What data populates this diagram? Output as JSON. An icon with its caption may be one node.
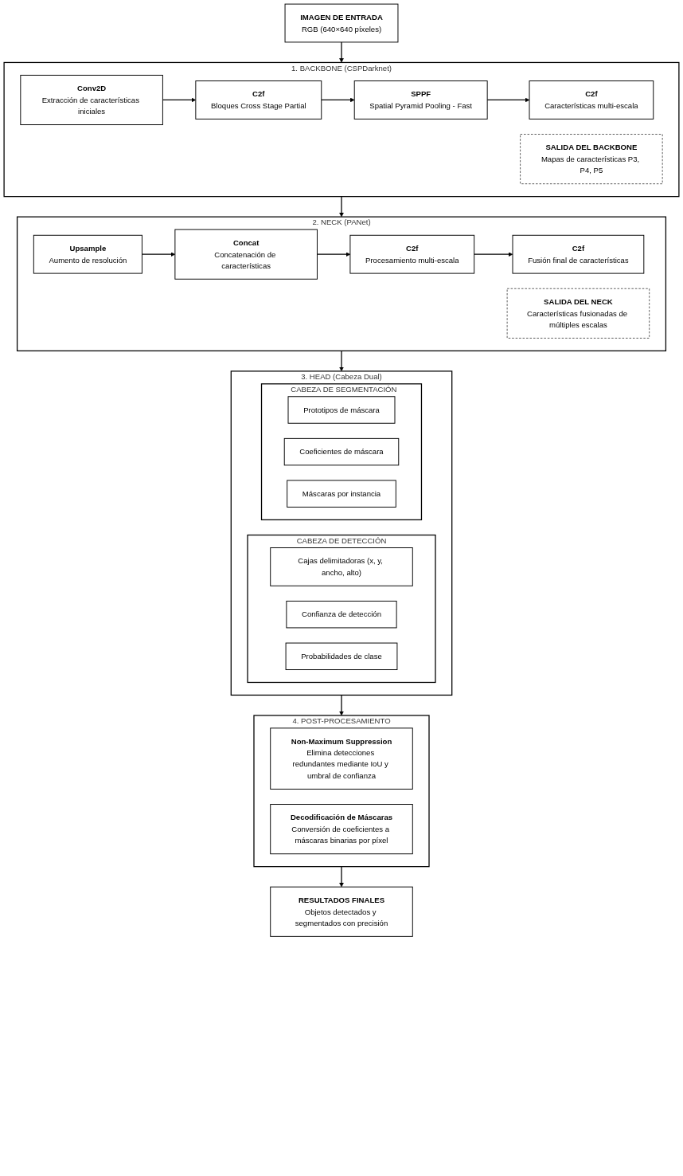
{
  "diagram": {
    "nodes": [
      {
        "text": [
          "IMAGEN DE ENTRADA",
          "RGB (640×640 píxeles)"
        ]
      },
      {
        "text": [
          "1. BACKBONE (CSPDarknet)"
        ]
      },
      {
        "text": [
          "Conv2D",
          "Extracción de características iniciales"
        ],
        "in": 1
      },
      {
        "text": [
          "C2f",
          "Bloques Cross Stage Partial"
        ],
        "in": 1
      },
      {
        "text": [
          "SPPF",
          "Spatial Pyramid Pooling - Fast"
        ],
        "in": 1
      },
      {
        "text": [
          "C2f",
          "Características multi-escala"
        ],
        "in": 1
      },
      {
        "text": [
          "SALIDA DEL BACKBONE",
          "Mapas de características P3, P4, P5"
        ],
        "in": 1
      },
      {
        "text": [
          "2. NECK (PANet)"
        ]
      },
      {
        "text": [
          "Upsample",
          "Aumento de resolución"
        ],
        "in": 7
      },
      {
        "text": [
          "Concat",
          "Concatenación de características"
        ],
        "in": 7
      },
      {
        "text": [
          "C2f",
          "Procesamiento multi-escala"
        ],
        "in": 7
      },
      {
        "text": [
          "C2f",
          "Fusión final de características"
        ],
        "in": 7
      },
      {
        "text": [
          "SALIDA DEL NECK",
          "Características fusionadas de múltiples escalas"
        ],
        "in": 7
      },
      {
        "text": [
          "3. HEAD (Cabeza Dual)"
        ]
      },
      {
        "text": [
          "CABEZA DE DETECCIÓN"
        ],
        "in": 13
      },
      {
        "text": [
          "Cajas delimitadoras (x, y, ancho, alto)"
        ],
        "in": 14
      },
      {
        "text": [
          "Confianza de detección"
        ],
        "in": 14
      },
      {
        "text": [
          "Probabilidades de clase"
        ],
        "in": 14
      },
      {
        "text": [
          "CABEZA DE SEGMENTACIÓN"
        ],
        "in": 13
      },
      {
        "text": [
          "Prototipos de máscara"
        ],
        "in": 18
      },
      {
        "text": [
          "Coeficientes de máscara"
        ],
        "in": 18
      },
      {
        "text": [
          "Máscaras por instancia"
        ],
        "in": 18
      },
      {
        "text": [
          "4. POST-PROCESAMIENTO"
        ]
      },
      {
        "text": [
          "Non-Maximum Suppression",
          "Elimina detecciones redundantes mediante IoU y umbral de confianza"
        ],
        "in": 22
      },
      {
        "text": [
          "Decodificación de Máscaras",
          "Conversión de coeficientes a máscaras binarias por píxel"
        ],
        "in": 22
      },
      {
        "text": [
          "RESULTADOS FINALES",
          "Objetos detectados y segmentados con precisión"
        ]
      }
    ],
    "edges": [
      {
        "from": 0,
        "to": 1,
        "arrow": "to"
      },
      {
        "from": 2,
        "to": 3,
        "arrow": "to"
      },
      {
        "from": 3,
        "to": 4,
        "arrow": "to"
      },
      {
        "from": 4,
        "to": 5,
        "arrow": "to"
      },
      {
        "from": 1,
        "to": 7,
        "arrow": "to"
      },
      {
        "from": 8,
        "to": 9,
        "arrow": "to"
      },
      {
        "from": 9,
        "to": 10,
        "arrow": "to"
      },
      {
        "from": 10,
        "to": 11,
        "arrow": "to"
      },
      {
        "from": 7,
        "to": 13,
        "arrow": "to"
      },
      {
        "from": 13,
        "to": 22,
        "arrow": "to"
      },
      {
        "from": 22,
        "to": 25,
        "arrow": "to"
      }
    ]
  }
}
